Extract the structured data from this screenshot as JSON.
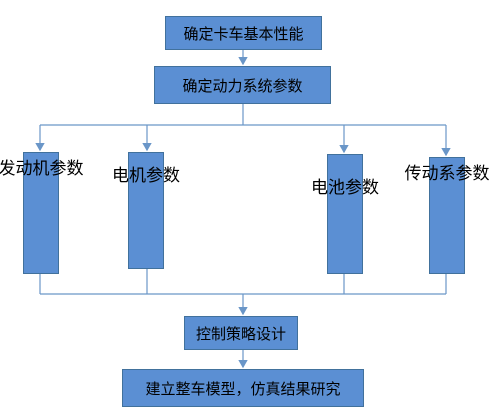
{
  "boxes": {
    "top": "确定卡车基本性能",
    "params": "确定动力系统参数",
    "engine": "发动机参数",
    "motor": "电机参数",
    "battery": "电池参数",
    "transmission": "传动系参数",
    "control": "控制策略设计",
    "model": "建立整车模型，仿真结果研究"
  },
  "colors": {
    "box_fill": "#5b8fd3",
    "box_border": "#41719c",
    "connector": "#6a96c8"
  }
}
